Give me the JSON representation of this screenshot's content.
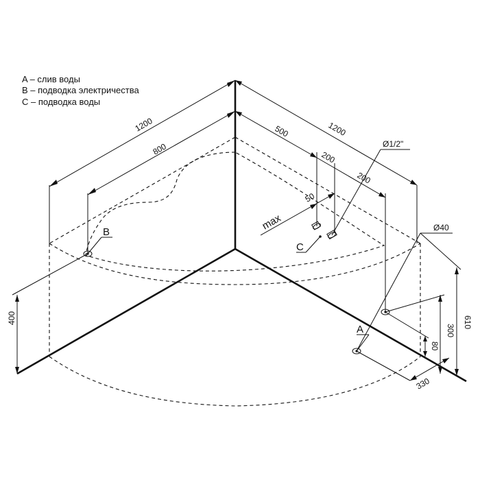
{
  "legend": {
    "item_a": "A – слив воды",
    "item_b": "B – подводка электричества",
    "item_c": "C – подводка воды"
  },
  "dimensions": {
    "outer_left_width": "1200",
    "inner_left_width": "800",
    "right_top_500": "500",
    "outer_right_width": "1200",
    "spacing_200_a": "200",
    "spacing_200_b": "200",
    "dim_50": "50",
    "pipe_diameter": "Ø1/2\"",
    "drain_diameter": "Ø40",
    "height_400": "400",
    "height_610": "610",
    "height_300": "300",
    "height_80": "80",
    "offset_330": "330",
    "max_label": "max"
  },
  "labels": {
    "a": "A",
    "b": "B",
    "c": "C"
  }
}
